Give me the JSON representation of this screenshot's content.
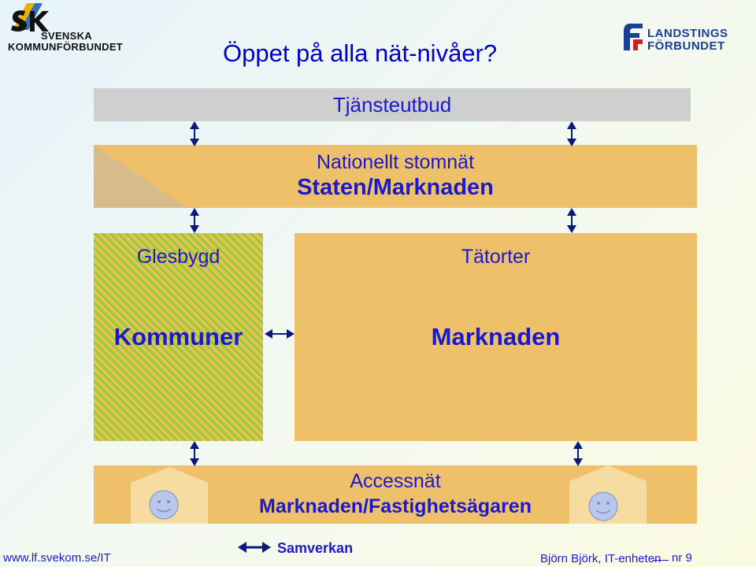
{
  "logos": {
    "left": {
      "line1": "SVENSKA",
      "line2": "KOMMUNFÖRBUNDET"
    },
    "right": {
      "line1": "LANDSTINGS",
      "line2": "FÖRBUNDET"
    }
  },
  "title": "Öppet på alla nät-nivåer?",
  "diagram": {
    "service_layer": {
      "label": "Tjänsteutbud"
    },
    "national_layer": {
      "sublabel": "Nationellt stomnät",
      "label": "Staten/Marknaden"
    },
    "rural": {
      "area": "Glesbygd",
      "owner": "Kommuner"
    },
    "urban": {
      "area": "Tätorter",
      "owner": "Marknaden"
    },
    "access_layer": {
      "sublabel": "Accessnät",
      "label": "Marknaden/Fastighetsägaren"
    }
  },
  "legend": {
    "label": "Samverkan"
  },
  "footer": {
    "url": "www.lf.svekom.se/IT",
    "author": "Björn Björk, IT-enheten",
    "page_prefix": "nr",
    "page_number": "9"
  },
  "colors": {
    "text_blue": "#1a1acc",
    "box_orange": "#efc06a",
    "box_gray": "#cfcfcf",
    "stripe_green": "#8fcf2f",
    "arrow_navy": "#0a1a7a"
  }
}
